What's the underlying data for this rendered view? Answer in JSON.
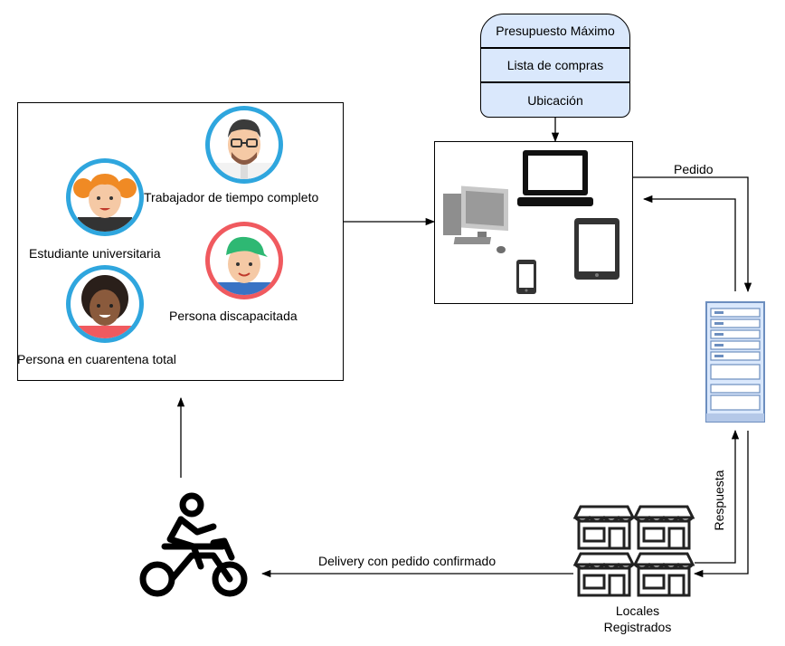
{
  "data_stack": {
    "items": [
      "Presupuesto Máximo",
      "Lista de compras",
      "Ubicación"
    ],
    "fill_color": "#dae8fc"
  },
  "users_box": {
    "persons": [
      {
        "label": "Trabajador de tiempo completo",
        "icon": "man-with-glasses-avatar-icon"
      },
      {
        "label": "Estudiante universitaria",
        "icon": "girl-with-pigtails-avatar-icon"
      },
      {
        "label": "Persona discapacitada",
        "icon": "boy-with-green-cap-avatar-icon"
      },
      {
        "label": "Persona en cuarentena total",
        "icon": "woman-curly-hair-avatar-icon"
      }
    ]
  },
  "devices_box": {
    "icons": [
      "desktop-computer-icon",
      "laptop-icon",
      "tablet-icon",
      "smartphone-icon"
    ]
  },
  "server": {
    "icon": "server-rack-icon",
    "color": "#dae8fc"
  },
  "stores": {
    "label_line1": "Locales",
    "label_line2": "Registrados",
    "icon": "storefront-icon"
  },
  "delivery": {
    "icon": "delivery-motorcycle-icon"
  },
  "edges": {
    "pedido": "Pedido",
    "respuesta": "Respuesta",
    "delivery": "Delivery con pedido confirmado"
  }
}
